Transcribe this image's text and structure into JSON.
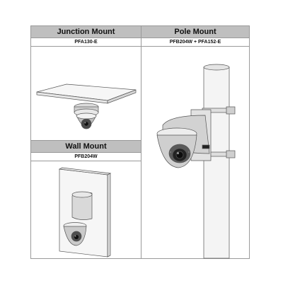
{
  "junction": {
    "title": "Junction Mount",
    "model": "PFA130-E"
  },
  "pole": {
    "title": "Pole Mount",
    "model": "PFB204W + PFA152-E"
  },
  "wall": {
    "title": "Wall Mount",
    "model": "PFB204W"
  }
}
